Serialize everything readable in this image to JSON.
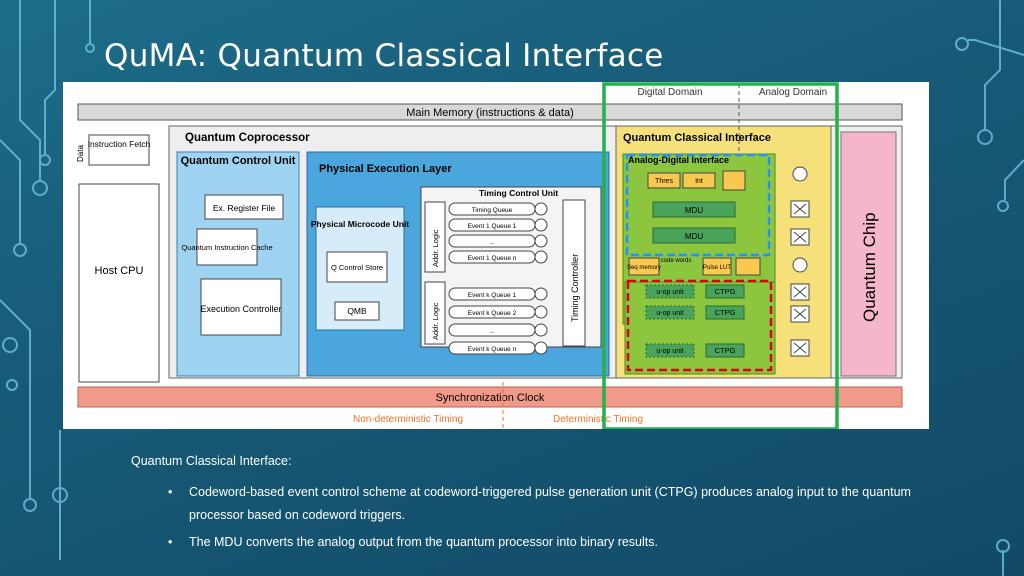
{
  "slide": {
    "title": "QuMA: Quantum Classical Interface",
    "caption": "Quantum Classical Interface:",
    "bullets": [
      "Codeword-based event control scheme at codeword-triggered pulse generation unit (CTPG) produces analog input to the quantum processor based on codeword triggers.",
      "The MDU converts the analog output from the quantum processor into binary results."
    ],
    "bullet_glyph": "•"
  },
  "diagram": {
    "digital_domain": "Digital Domain",
    "analog_domain": "Analog Domain",
    "main_memory": "Main Memory (instructions & data)",
    "instruction_fetch": "Instruction Fetch",
    "data_label": "Data",
    "host_cpu": "Host CPU",
    "quantum_coprocessor": "Quantum Coprocessor",
    "quantum_control_unit": "Quantum Control Unit",
    "ex_register_file": "Ex. Register File",
    "quantum_instruction_cache": "Quantum Instruction Cache",
    "execution_controller": "Execution Controller",
    "physical_execution_layer": "Physical Execution Layer",
    "physical_microcode_unit": "Physical Microcode Unit",
    "q_control_store": "Q Control Store",
    "qmb": "QMB",
    "timing_control_unit": "Timing Control Unit",
    "addr_logic": "Addr. Logic",
    "timing_queue": "Timing Queue",
    "upper_queues": [
      "Event 1 Queue 1",
      "...",
      "Event 1 Queue n"
    ],
    "lower_queues": [
      "Event k Queue 1",
      "Event k Queue 2",
      "...",
      "Event k Queue n"
    ],
    "timing_controller": "Timing Controller",
    "quantum_classical_interface": "Quantum Classical Interface",
    "analog_digital_interface": "Analog-Digital Interface",
    "thres": "Thres",
    "int": "Int",
    "mdu": "MDU",
    "seq_memory": "Seq memory",
    "code_words": "code words",
    "pulse_lut": "Pulse LUT",
    "uop_unit": "u-op unit",
    "ctpg": "CTPG",
    "quantum_chip": "Quantum Chip",
    "synchronization_clock": "Synchronization Clock",
    "non_deterministic_timing": "Non-deterministic Timing",
    "deterministic_timing": "Deterministic Timing",
    "colors": {
      "green_box": "#22b14c",
      "red_dashed": "#e00000",
      "blue_dashed": "#1e90ff",
      "qcu_blue": "#9fd3f2",
      "pel_blue": "#4aa6dc",
      "qci_yellow": "#f6e07a",
      "chip_pink": "#f4b6c8",
      "sync_red": "#f09a8a"
    }
  }
}
